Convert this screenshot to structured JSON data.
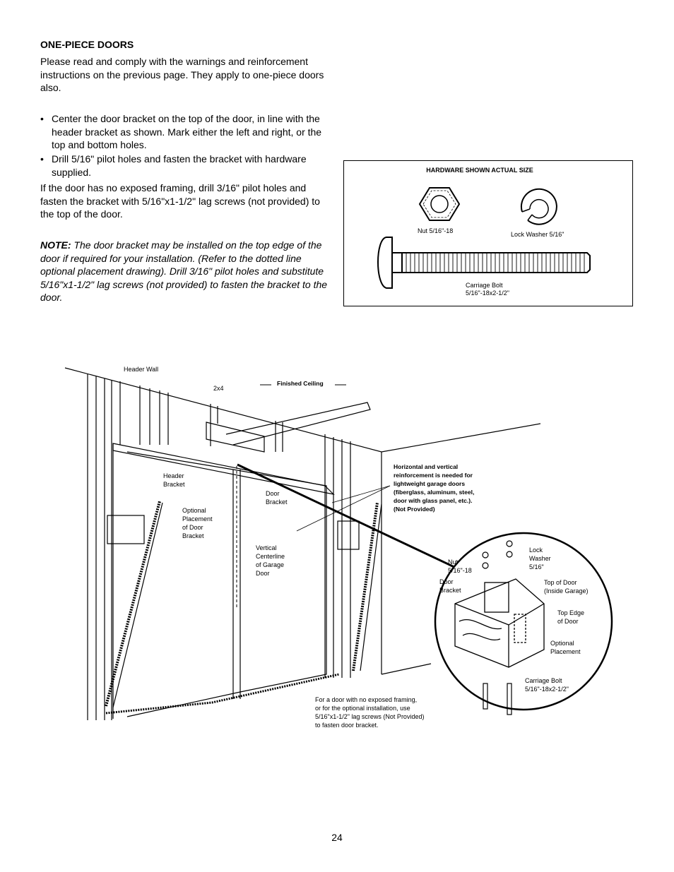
{
  "section": {
    "heading": "ONE-PIECE DOORS",
    "intro": "Please read and comply with the warnings and reinforcement instructions on the previous page. They apply to one-piece doors also.",
    "bullets": [
      "Center the door bracket on the top of the door, in line with the header bracket as shown. Mark either the left and right, or the top and bottom holes.",
      "Drill 5/16\" pilot holes and fasten the bracket with hardware supplied."
    ],
    "no_framing": "If the door has no exposed framing, drill 3/16\" pilot holes and fasten the bracket with 5/16\"x1-1/2\" lag screws (not provided) to the top of the door.",
    "note_label": "NOTE:",
    "note_text": " The door bracket may be installed on the top edge of the door if required for your installation. (Refer to the dotted line optional placement drawing). Drill 3/16\" pilot holes and substitute 5/16\"x1-1/2\" lag screws (not provided) to fasten the bracket to the door."
  },
  "hardware_box": {
    "title": "HARDWARE SHOWN ACTUAL SIZE",
    "nut_label": "Nut  5/16\"-18",
    "washer_label": "Lock Washer  5/16\"",
    "bolt_label_1": "Carriage Bolt",
    "bolt_label_2": "5/16\"-18x2-1/2\""
  },
  "diagram": {
    "header_wall": "Header Wall",
    "two_by_four": "2x4",
    "finished_ceiling": "Finished Ceiling",
    "header_bracket": [
      "Header",
      "Bracket"
    ],
    "door_bracket": [
      "Door",
      "Bracket"
    ],
    "optional_placement": [
      "Optional",
      "Placement",
      "of Door",
      "Bracket"
    ],
    "vertical_centerline": [
      "Vertical",
      "Centerline",
      "of Garage",
      "Door"
    ],
    "reinforcement_note": [
      "Horizontal and vertical",
      "reinforcement is needed for",
      "lightweight garage doors",
      "(fiberglass, aluminum, steel,",
      "door with glass panel, etc.).",
      "(Not Provided)"
    ],
    "lag_note": [
      "For a door with no exposed framing,",
      "or for the optional installation, use",
      "5/16\"x1-1/2\" lag screws (Not Provided)",
      "to fasten door bracket."
    ],
    "detail": {
      "nut": [
        "Nut",
        "5/16\"-18"
      ],
      "lock_washer": [
        "Lock",
        "Washer",
        "5/16\""
      ],
      "door_bracket": [
        "Door",
        "Bracket"
      ],
      "top_of_door": [
        "Top of Door",
        "(Inside Garage)"
      ],
      "top_edge": [
        "Top Edge",
        "of Door"
      ],
      "optional": [
        "Optional",
        "Placement"
      ],
      "carriage_bolt": [
        "Carriage Bolt",
        "5/16\"-18x2-1/2\""
      ]
    }
  },
  "page_number": "24"
}
